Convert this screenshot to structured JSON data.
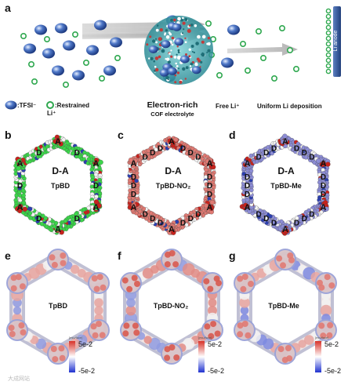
{
  "panels": {
    "a": {
      "letter": "a",
      "legend_tfsi": ":TFSI⁻",
      "legend_restrained_1": ":Restrained",
      "legend_restrained_2": "Li⁺",
      "caption_main": "Electron-rich",
      "caption_sub": "COF electrolyte",
      "free_li": "Free Li⁺",
      "uniform": "Uniform Li deposition",
      "anode": "Li anode"
    },
    "b": {
      "letter": "b",
      "label_main": "D-A",
      "label_sub": "TpBD",
      "acceptor": "A",
      "donor": "D"
    },
    "c": {
      "letter": "c",
      "label_main": "D-A",
      "label_sub": "TpBD-NO₂",
      "acceptor": "A",
      "donor": "D"
    },
    "d": {
      "letter": "d",
      "label_main": "D-A",
      "label_sub": "TpBD-Me",
      "acceptor": "A",
      "donor": "D"
    },
    "e": {
      "letter": "e",
      "label": "TpBD",
      "cbar_top": "[esu/face]",
      "cbar_max": "5e-2",
      "cbar_min": "-5e-2"
    },
    "f": {
      "letter": "f",
      "label": "TpBD-NO₂",
      "cbar_top": "[esu/face]",
      "cbar_max": "5e-2",
      "cbar_min": "-5e-2"
    },
    "g": {
      "letter": "g",
      "label": "TpBD-Me",
      "cbar_top": "[esu/face]",
      "cbar_max": "5e-2",
      "cbar_min": "-5e-2"
    }
  },
  "watermark": "大成网站",
  "colors": {
    "tfsi": "#3a5fb0",
    "li_green": "#2fa84f",
    "tpbd_ring": "#3bd64a",
    "tpbd_no2_ring": "#e07a73",
    "tpbd_me_ring": "#8d8dd6",
    "anode": "#2f4f8f",
    "esp_positive": "#d8433a",
    "esp_negative": "#2b3fd1"
  }
}
